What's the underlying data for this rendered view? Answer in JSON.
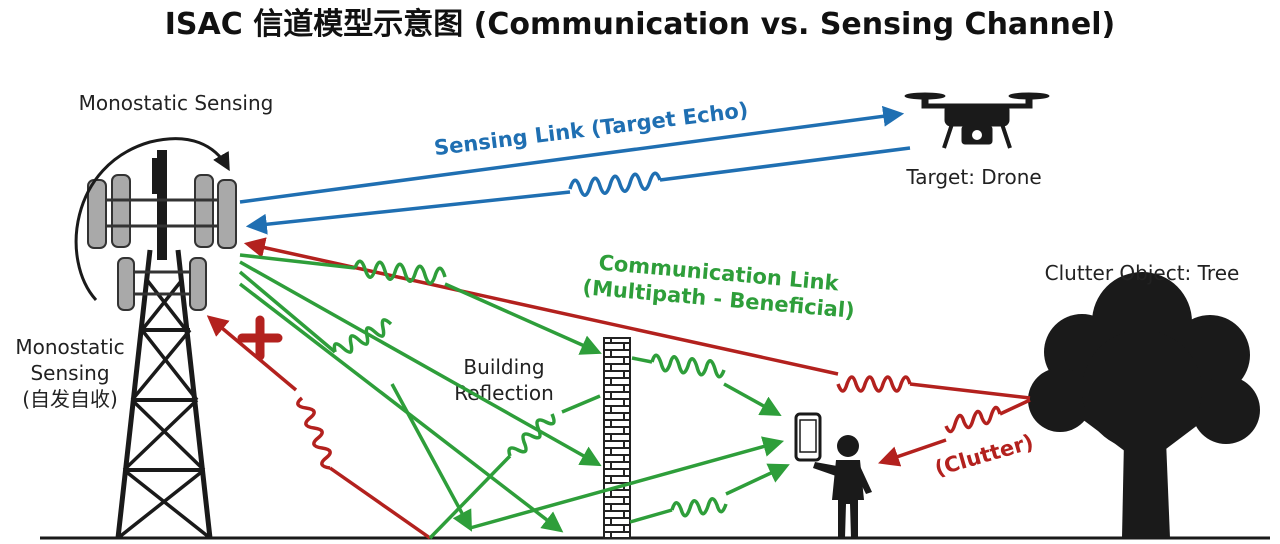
{
  "title": "ISAC  信道模型示意图 (Communication vs. Sensing Channel)",
  "labels": {
    "monostatic_top": "Monostatic Sensing",
    "monostatic_left_1": "Monostatic",
    "monostatic_left_2": "Sensing",
    "monostatic_left_3": "(自发自收)",
    "target": "Target: Drone",
    "clutter_object": "Clutter Object: Tree",
    "building_1": "Building",
    "building_2": "Reflection",
    "sensing_link": "Sensing Link (Target Echo)",
    "comm_link_1": "Communication Link",
    "comm_link_2": "(Multipath - Beneficial)",
    "clutter": "(Clutter)"
  },
  "colors": {
    "sensing": "#1f6fb2",
    "communication": "#2e9e3a",
    "clutter": "#b3211e",
    "structure": "#1a1a1a",
    "tower_panel": "#a9a9a9"
  },
  "icons": [
    "cell-tower-icon",
    "drone-icon",
    "tree-icon",
    "person-icon",
    "smartphone-icon",
    "brick-wall-icon",
    "blocked-cross-icon",
    "rotation-arrow-icon"
  ]
}
